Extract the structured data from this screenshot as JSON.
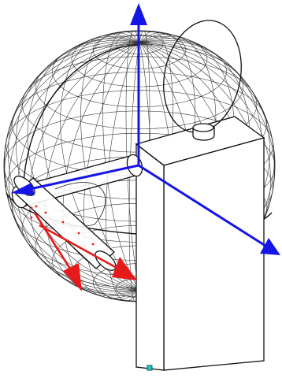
{
  "canvas": {
    "background": "#ffffff"
  },
  "colors": {
    "wireframe": "#2a2a2a",
    "outline": "#111111",
    "axis_primary": "#1515e6",
    "axis_secondary": "#e61a1a",
    "grip_marker": "#1ec8c8"
  },
  "scene": {
    "objects": [
      "wireframe-sphere",
      "base-box",
      "disc-joint",
      "upper-cylinder",
      "lower-cylinder",
      "grip-point"
    ],
    "axes": {
      "primary": {
        "color": "blue",
        "count": 3
      },
      "secondary": {
        "color": "red",
        "count": 2
      }
    }
  }
}
